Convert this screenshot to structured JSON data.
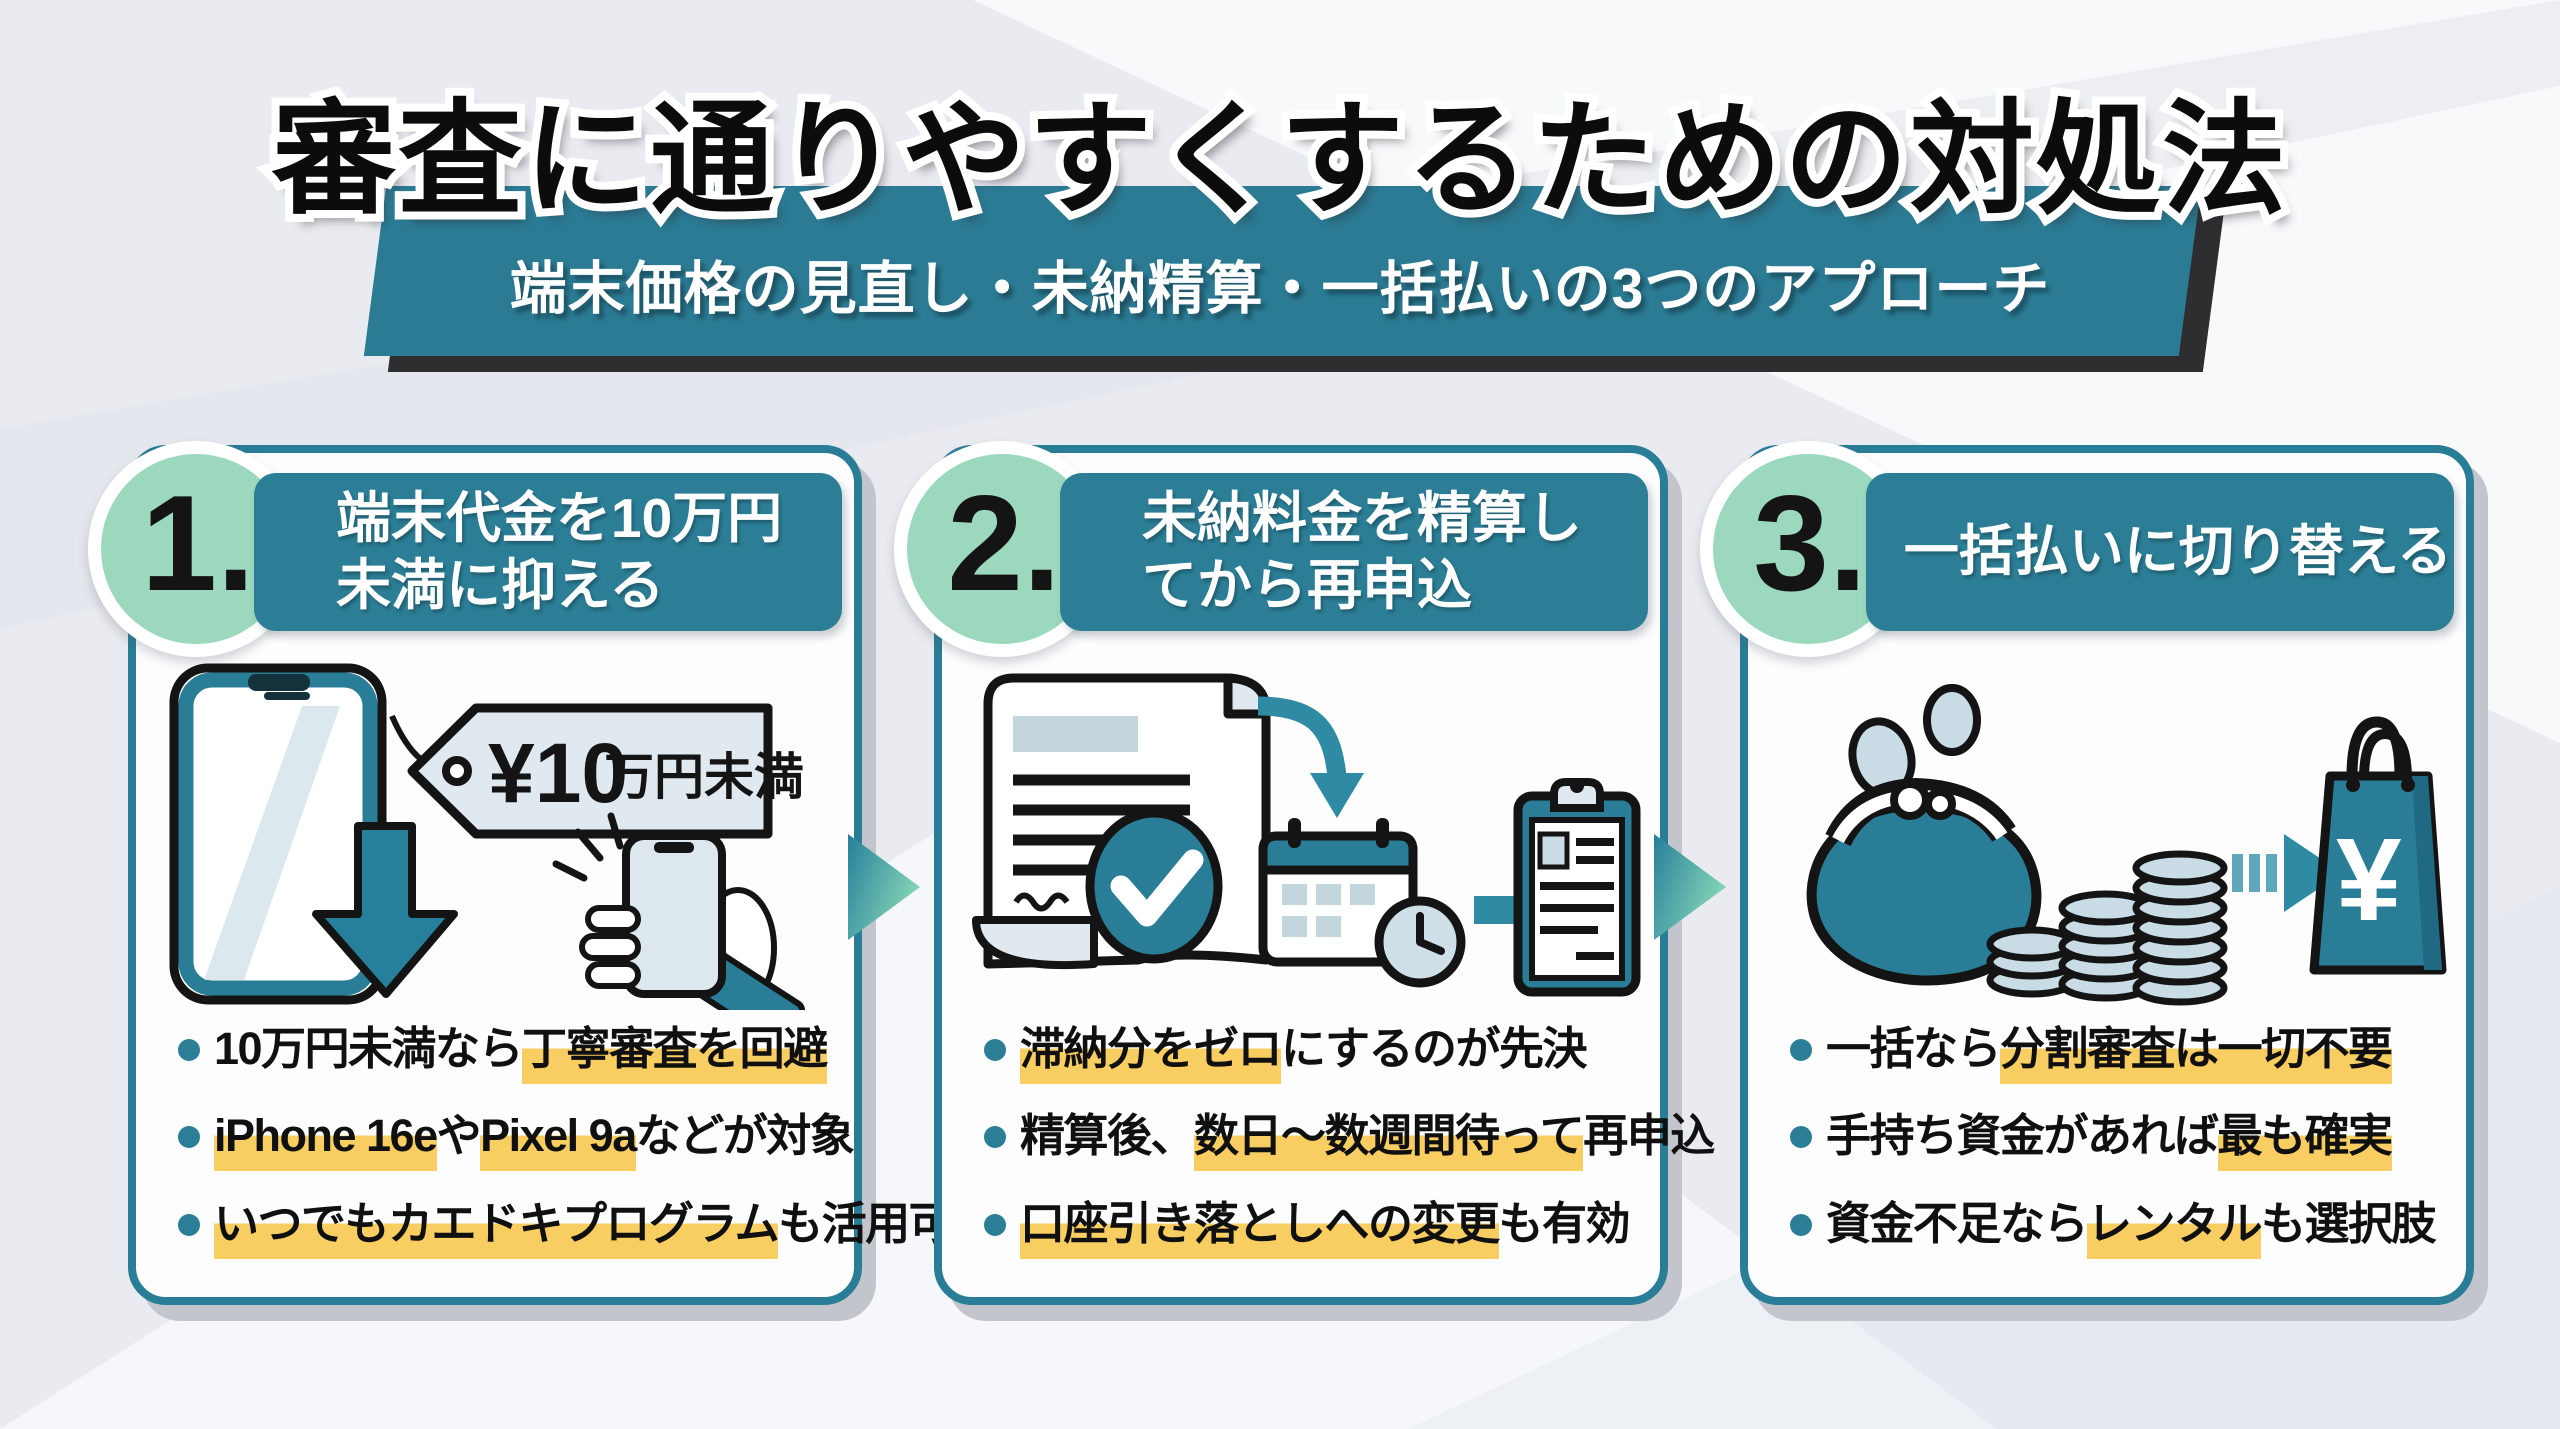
{
  "title": "審査に通りやすくするための対処法",
  "subtitle": "端末価格の見直し・未納精算・一括払いの3つのアプローチ",
  "colors": {
    "teal": "#2b7e96",
    "teal_dark": "#1f6a82",
    "mint": "#9bd8bd",
    "highlight_yellow": "#f7c646",
    "banner_shadow": "#2e2e31",
    "light_blue": "#c9dbe4",
    "card_shadow": "#c2c5cb",
    "text_black": "#101010"
  },
  "cards": [
    {
      "number": "1.",
      "heading_line1": "端末代金を10万円",
      "heading_line2": "未満に抑える",
      "icon": "phone-price-drop-icon",
      "price_tag": {
        "large": "¥10",
        "small": "万円未満"
      },
      "bullets": [
        [
          {
            "t": "10万円未満なら",
            "hl": false
          },
          {
            "t": "丁寧審査を回避",
            "hl": true
          }
        ],
        [
          {
            "t": "iPhone 16e",
            "hl": true
          },
          {
            "t": "や",
            "hl": false
          },
          {
            "t": "Pixel 9a",
            "hl": true
          },
          {
            "t": "などが対象",
            "hl": false
          }
        ],
        [
          {
            "t": "いつでもカエドキプログラム",
            "hl": true
          },
          {
            "t": "も活用可",
            "hl": false
          }
        ]
      ]
    },
    {
      "number": "2.",
      "heading_line1": "未納料金を精算し",
      "heading_line2": "てから再申込",
      "icon": "receipt-check-calendar-reapply-icon",
      "bullets": [
        [
          {
            "t": "滞納分をゼロ",
            "hl": true
          },
          {
            "t": "にするのが先決",
            "hl": false
          }
        ],
        [
          {
            "t": "精算後、",
            "hl": false
          },
          {
            "t": "数日～数週間待って",
            "hl": true
          },
          {
            "t": "再申込",
            "hl": false
          }
        ],
        [
          {
            "t": "口座引き落としへの変更",
            "hl": true
          },
          {
            "t": "も有効",
            "hl": false
          }
        ]
      ]
    },
    {
      "number": "3.",
      "heading_line1": "一括払いに切り替える",
      "icon": "purse-coins-lump-sum-icon",
      "bag_symbol": "¥",
      "bullets": [
        [
          {
            "t": "一括なら",
            "hl": false
          },
          {
            "t": "分割審査は一切不要",
            "hl": true
          }
        ],
        [
          {
            "t": "手持ち資金があれば",
            "hl": false
          },
          {
            "t": "最も確実",
            "hl": true
          }
        ],
        [
          {
            "t": "資金不足なら",
            "hl": false
          },
          {
            "t": "レンタル",
            "hl": true
          },
          {
            "t": "も選択肢",
            "hl": false
          }
        ]
      ]
    }
  ]
}
